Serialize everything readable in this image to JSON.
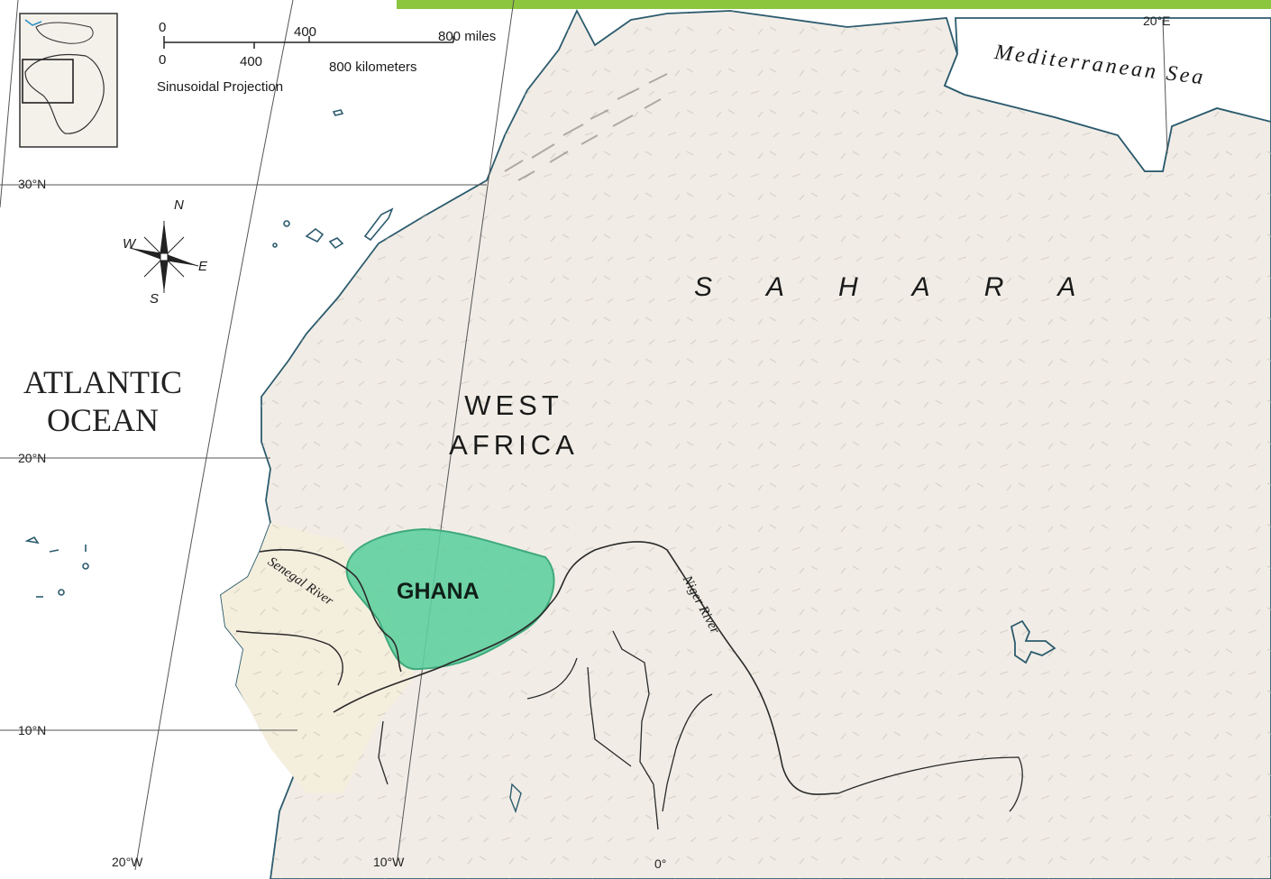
{
  "map": {
    "region_label_line1": "WEST",
    "region_label_line2": "AFRICA",
    "desert_label": "SAHARA",
    "ocean_label_line1": "ATLANTIC",
    "ocean_label_line2": "OCEAN",
    "sea_label": "Mediterranean Sea",
    "highlighted_region": {
      "label": "GHANA",
      "color": "#5fcf9f"
    },
    "rivers": [
      {
        "name": "Senegal River"
      },
      {
        "name": "Niger River"
      }
    ],
    "colors": {
      "land": "#f1ede6",
      "coastal_land": "#f4eedd",
      "water": "#ffffff",
      "coastline": "#2c5b6e",
      "graticule": "#555555",
      "header_bar": "#8cc63f"
    }
  },
  "graticule": {
    "latitudes": [
      "30°N",
      "20°N",
      "10°N"
    ],
    "longitudes": [
      "20°W",
      "10°W",
      "0°",
      "20°E"
    ]
  },
  "scale_bar": {
    "miles_ticks": [
      "0",
      "400",
      "800 miles"
    ],
    "km_ticks": [
      "0",
      "400",
      "800 kilometers"
    ],
    "projection": "Sinusoidal Projection"
  },
  "compass": {
    "n": "N",
    "s": "S",
    "e": "E",
    "w": "W"
  },
  "locator_inset": {
    "icon": "africa-locator-map"
  }
}
